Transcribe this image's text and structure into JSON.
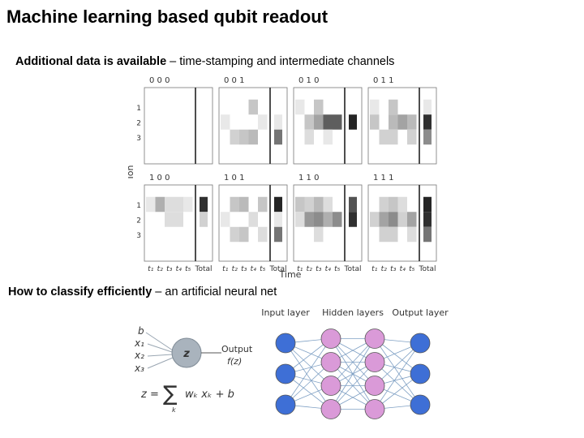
{
  "slide": {
    "title": "Machine learning based qubit readout",
    "subtitle1_bold": "Additional data is available",
    "subtitle1_rest": " – time-stamping and intermediate channels",
    "subtitle2_bold": "How to classify efficiently",
    "subtitle2_rest": " – an artificial neural net"
  },
  "heatmap_figure": {
    "y_axis_label": "Ion",
    "x_axis_label": "Time",
    "y_tick_labels": [
      "1",
      "2",
      "3"
    ],
    "x_tick_labels": [
      "t₁",
      "t₂",
      "t₃",
      "t₄",
      "t₅",
      "Total"
    ],
    "panels": [
      {
        "label": "0 0 0",
        "cells": [
          [
            0,
            0,
            0,
            0,
            0,
            0
          ],
          [
            0,
            0,
            0,
            0,
            0,
            0
          ],
          [
            0,
            0,
            0,
            0,
            0,
            0
          ]
        ],
        "total": [
          0,
          0,
          0
        ]
      },
      {
        "label": "0 0 1",
        "cells": [
          [
            0,
            0,
            0,
            0.25,
            0,
            0
          ],
          [
            0.1,
            0,
            0,
            0,
            0.1,
            0
          ],
          [
            0,
            0.2,
            0.25,
            0.3,
            0,
            0
          ]
        ],
        "total": [
          0,
          0.1,
          0.6
        ]
      },
      {
        "label": "0 1 0",
        "cells": [
          [
            0.1,
            0,
            0.25,
            0,
            0,
            0
          ],
          [
            0,
            0.25,
            0.4,
            0.7,
            0.7,
            0
          ],
          [
            0,
            0.15,
            0,
            0.1,
            0,
            0
          ]
        ],
        "total": [
          0,
          0.95,
          0
        ]
      },
      {
        "label": "0 1 1",
        "cells": [
          [
            0.1,
            0,
            0.25,
            0,
            0,
            0
          ],
          [
            0.25,
            0,
            0.3,
            0.4,
            0.3,
            0
          ],
          [
            0,
            0.2,
            0.2,
            0,
            0.2,
            0
          ]
        ],
        "total": [
          0.1,
          0.9,
          0.5
        ]
      },
      {
        "label": "1 0 0",
        "cells": [
          [
            0.1,
            0.35,
            0.15,
            0.15,
            0.1,
            0
          ],
          [
            0,
            0,
            0.15,
            0.15,
            0,
            0
          ],
          [
            0,
            0,
            0,
            0,
            0,
            0
          ]
        ],
        "total": [
          0.9,
          0.2,
          0
        ]
      },
      {
        "label": "1 0 1",
        "cells": [
          [
            0,
            0.25,
            0.3,
            0,
            0.25,
            0
          ],
          [
            0.1,
            0,
            0,
            0.15,
            0,
            0
          ],
          [
            0,
            0.2,
            0.25,
            0,
            0.15,
            0
          ]
        ],
        "total": [
          0.95,
          0.1,
          0.6
        ]
      },
      {
        "label": "1 1 0",
        "cells": [
          [
            0.25,
            0.2,
            0.3,
            0.15,
            0,
            0
          ],
          [
            0.15,
            0.45,
            0.5,
            0.35,
            0.5,
            0
          ],
          [
            0,
            0,
            0.15,
            0,
            0,
            0
          ]
        ],
        "total": [
          0.75,
          0.9,
          0
        ]
      },
      {
        "label": "1 1 1",
        "cells": [
          [
            0,
            0.2,
            0.25,
            0.15,
            0,
            0
          ],
          [
            0.2,
            0.4,
            0.5,
            0.2,
            0.4,
            0
          ],
          [
            0,
            0.2,
            0.2,
            0,
            0.15,
            0
          ]
        ],
        "total": [
          0.95,
          0.9,
          0.6
        ]
      }
    ]
  },
  "neuron_figure": {
    "inputs": [
      "b",
      "x₁",
      "x₂",
      "x₃"
    ],
    "node_label": "z",
    "output_label": "Output",
    "output_func": "f(z)",
    "formula_lhs": "z =",
    "formula_body": "wₖ xₖ + b",
    "formula_index": "k"
  },
  "network_figure": {
    "input_label": "Input layer",
    "hidden_label": "Hidden layers",
    "output_label": "Output layer",
    "layer_sizes": [
      3,
      4,
      4,
      3
    ],
    "input_color": "#3e6fd6",
    "hidden_color": "#da9ad8",
    "output_color": "#3e6fd6"
  }
}
